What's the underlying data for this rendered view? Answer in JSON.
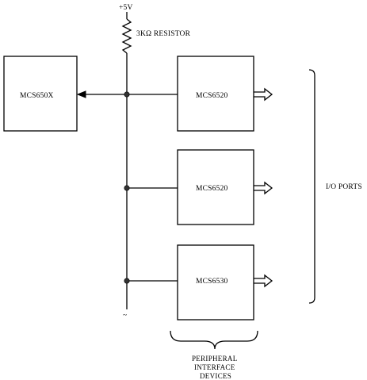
{
  "power": {
    "supply_label": "+5V",
    "resistor_label": "3KΩ RESISTOR"
  },
  "processor": {
    "label": "MCS650X"
  },
  "devices": [
    {
      "label": "MCS6520"
    },
    {
      "label": "MCS6520"
    },
    {
      "label": "MCS6530"
    }
  ],
  "io_ports_label": "I/O PORTS",
  "group_label": {
    "line1": "PERIPHERAL",
    "line2": "INTERFACE",
    "line3": "DEVICES"
  },
  "bus_continuation_symbol": "~"
}
